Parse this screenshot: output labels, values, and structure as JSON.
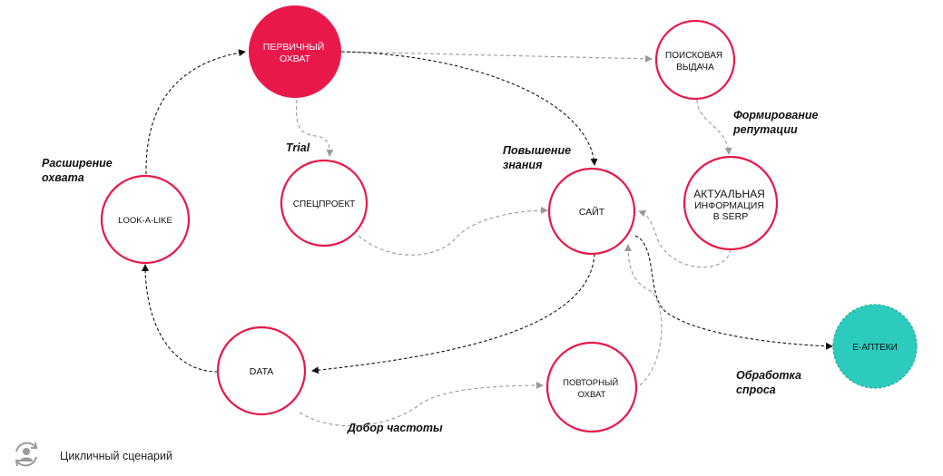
{
  "nodes": {
    "primary_reach": {
      "lines": [
        "ПЕРВИЧНЫЙ",
        "ОХВАТ"
      ]
    },
    "search_results": {
      "lines": [
        "ПОИСКОВАЯ",
        "ВЫДАЧА"
      ]
    },
    "special_project": {
      "lines": [
        "СПЕЦПРОЕКТ"
      ]
    },
    "website": {
      "lines": [
        "САЙТ"
      ]
    },
    "actual_info": {
      "lines": [
        "АКТУАЛЬНАЯ",
        "ИНФОРМАЦИЯ",
        "В SERP"
      ]
    },
    "lookalike": {
      "lines": [
        "LOOK-A-LIKE"
      ]
    },
    "data": {
      "lines": [
        "DATA"
      ]
    },
    "repeat_reach": {
      "lines": [
        "ПОВТОРНЫЙ",
        "ОХВАТ"
      ]
    },
    "e_pharmacy": {
      "lines": [
        "Е-АПТЕКИ"
      ]
    }
  },
  "annotations": {
    "reach_expansion": [
      "Расширение",
      "охвата"
    ],
    "trial": [
      "Trial"
    ],
    "knowledge_increase": [
      "Повышение",
      "знания"
    ],
    "reputation_building": [
      "Формирование",
      "репутации"
    ],
    "demand_processing": [
      "Обработка",
      "спроса"
    ],
    "frequency_boost": [
      "Добор частоты"
    ]
  },
  "legend": {
    "icon": "cycle-user-icon",
    "label": "Цикличный сценарий"
  },
  "colors": {
    "accent_red": "#e8184a",
    "teal": "#2ccbbd",
    "arrow_dark": "#111111",
    "arrow_gray": "#9a9a9a"
  }
}
